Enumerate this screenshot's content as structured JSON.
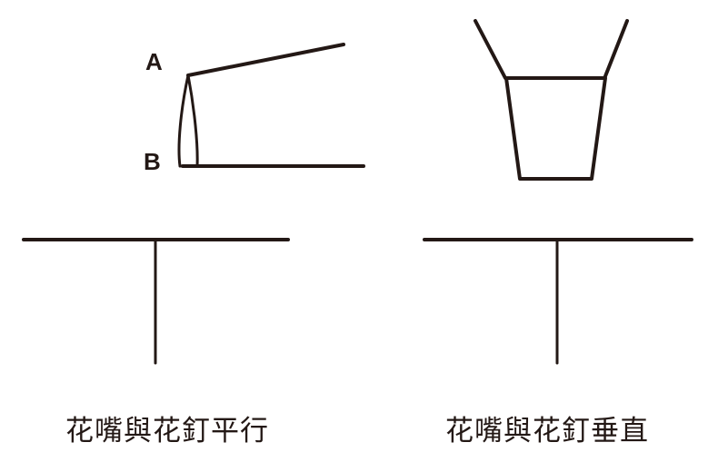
{
  "colors": {
    "stroke": "#231815",
    "background": "#ffffff"
  },
  "left_figure": {
    "label_a": "A",
    "label_b": "B",
    "caption": "花嘴與花釘平行"
  },
  "right_figure": {
    "caption": "花嘴與花釘垂直"
  }
}
